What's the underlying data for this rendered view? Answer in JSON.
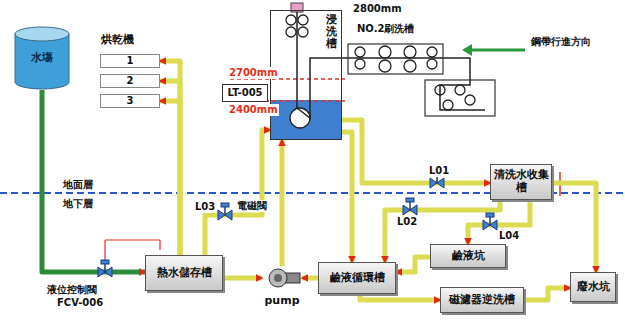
{
  "diagram": {
    "nodes": [
      {
        "text": [
          "水塲"
        ]
      },
      {
        "text": [
          "烘乾機"
        ]
      },
      {
        "text": [
          "1"
        ],
        "in": 1
      },
      {
        "text": [
          "2"
        ],
        "in": 1
      },
      {
        "text": [
          "3"
        ],
        "in": 1
      },
      {
        "text": [
          "浸洗槽"
        ]
      },
      {
        "text": [
          "LT-005"
        ]
      },
      {
        "text": [
          "清洗水收集槽"
        ]
      },
      {
        "text": [
          "鹼液坑"
        ]
      },
      {
        "text": [
          "熱水儲存槽"
        ]
      },
      {
        "text": [
          "pump"
        ]
      },
      {
        "text": [
          "鹼液循環槽"
        ]
      },
      {
        "text": [
          "磁濾器逆洗槽"
        ]
      },
      {
        "text": [
          "廢水坑"
        ]
      }
    ],
    "edges": [
      {
        "from": 0,
        "to": 9,
        "arrow": "to"
      },
      {
        "from": 9,
        "to": 2,
        "arrow": "to"
      },
      {
        "from": 9,
        "to": 3,
        "arrow": "to"
      },
      {
        "from": 9,
        "to": 4,
        "arrow": "to"
      },
      {
        "from": 9,
        "to": 5,
        "arrow": "to"
      },
      {
        "from": 9,
        "to": 10,
        "arrow": "to"
      },
      {
        "from": 11,
        "to": 10,
        "arrow": "to"
      },
      {
        "from": 10,
        "to": 5,
        "arrow": "to"
      },
      {
        "from": 5,
        "to": 11,
        "arrow": "to"
      },
      {
        "from": 5,
        "to": 7,
        "arrow": "to"
      },
      {
        "from": 7,
        "to": 11,
        "arrow": "to"
      },
      {
        "from": 7,
        "to": 8,
        "arrow": "to"
      },
      {
        "from": 7,
        "to": 13,
        "arrow": "to"
      },
      {
        "from": 8,
        "to": 11,
        "arrow": "to"
      },
      {
        "from": 11,
        "to": 12,
        "arrow": "to"
      },
      {
        "from": 12,
        "to": 13,
        "arrow": "to"
      }
    ],
    "labels": [
      "2800mm",
      "NO.2刷洗槽",
      "2700mm",
      "2400mm",
      "鋼帶行進方向",
      "地面層",
      "地下層",
      "L03",
      "電磁閥",
      "L01",
      "L02",
      "L04",
      "液位控制閥",
      "FCV-006"
    ]
  }
}
